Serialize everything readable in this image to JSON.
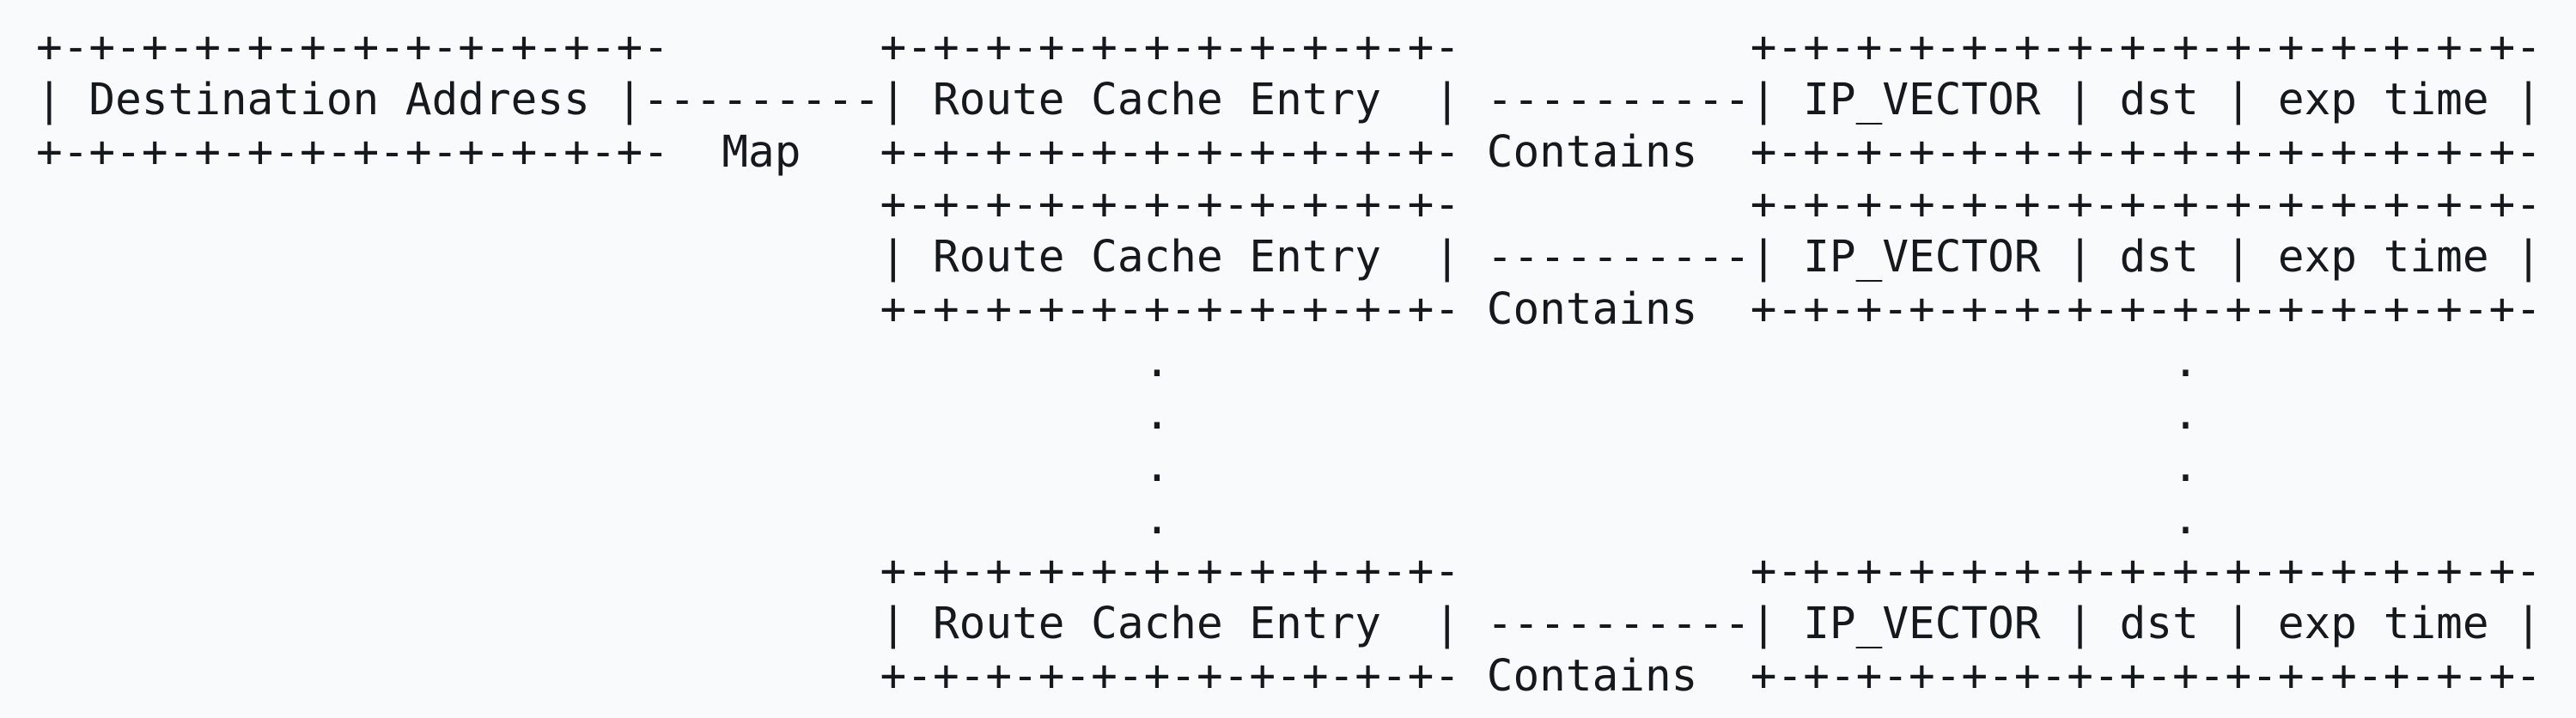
{
  "colors": {
    "background": "#f8fafc",
    "text": "#15181c"
  },
  "labels": {
    "left_box_title": "Destination Address",
    "middle_box_title": "Route Cache Entry",
    "right_box_fields": [
      "IP_VECTOR",
      "dst",
      "exp time"
    ],
    "map_relation": "Map",
    "contains_relation": "Contains"
  },
  "diagram": {
    "lines": [
      "+-+-+-+-+-+-+-+-+-+-+-+-        +-+-+-+-+-+-+-+-+-+-+-           +-+-+-+-+-+-+-+-+-+-+-+-+-+-+-",
      "| Destination Address |---------| Route Cache Entry  | ----------| IP_VECTOR | dst | exp time |",
      "+-+-+-+-+-+-+-+-+-+-+-+-  Map   +-+-+-+-+-+-+-+-+-+-+- Contains  +-+-+-+-+-+-+-+-+-+-+-+-+-+-+-",
      "                                +-+-+-+-+-+-+-+-+-+-+-           +-+-+-+-+-+-+-+-+-+-+-+-+-+-+-",
      "                                | Route Cache Entry  | ----------| IP_VECTOR | dst | exp time |",
      "                                +-+-+-+-+-+-+-+-+-+-+- Contains  +-+-+-+-+-+-+-+-+-+-+-+-+-+-+-",
      "                                          .                                      .",
      "                                          .                                      .",
      "                                          .                                      .",
      "                                          .                                      .",
      "                                +-+-+-+-+-+-+-+-+-+-+-           +-+-+-+-+-+-+-+-+-+-+-+-+-+-+-",
      "                                | Route Cache Entry  | ----------| IP_VECTOR | dst | exp time |",
      "                                +-+-+-+-+-+-+-+-+-+-+- Contains  +-+-+-+-+-+-+-+-+-+-+-+-+-+-+-"
    ]
  }
}
